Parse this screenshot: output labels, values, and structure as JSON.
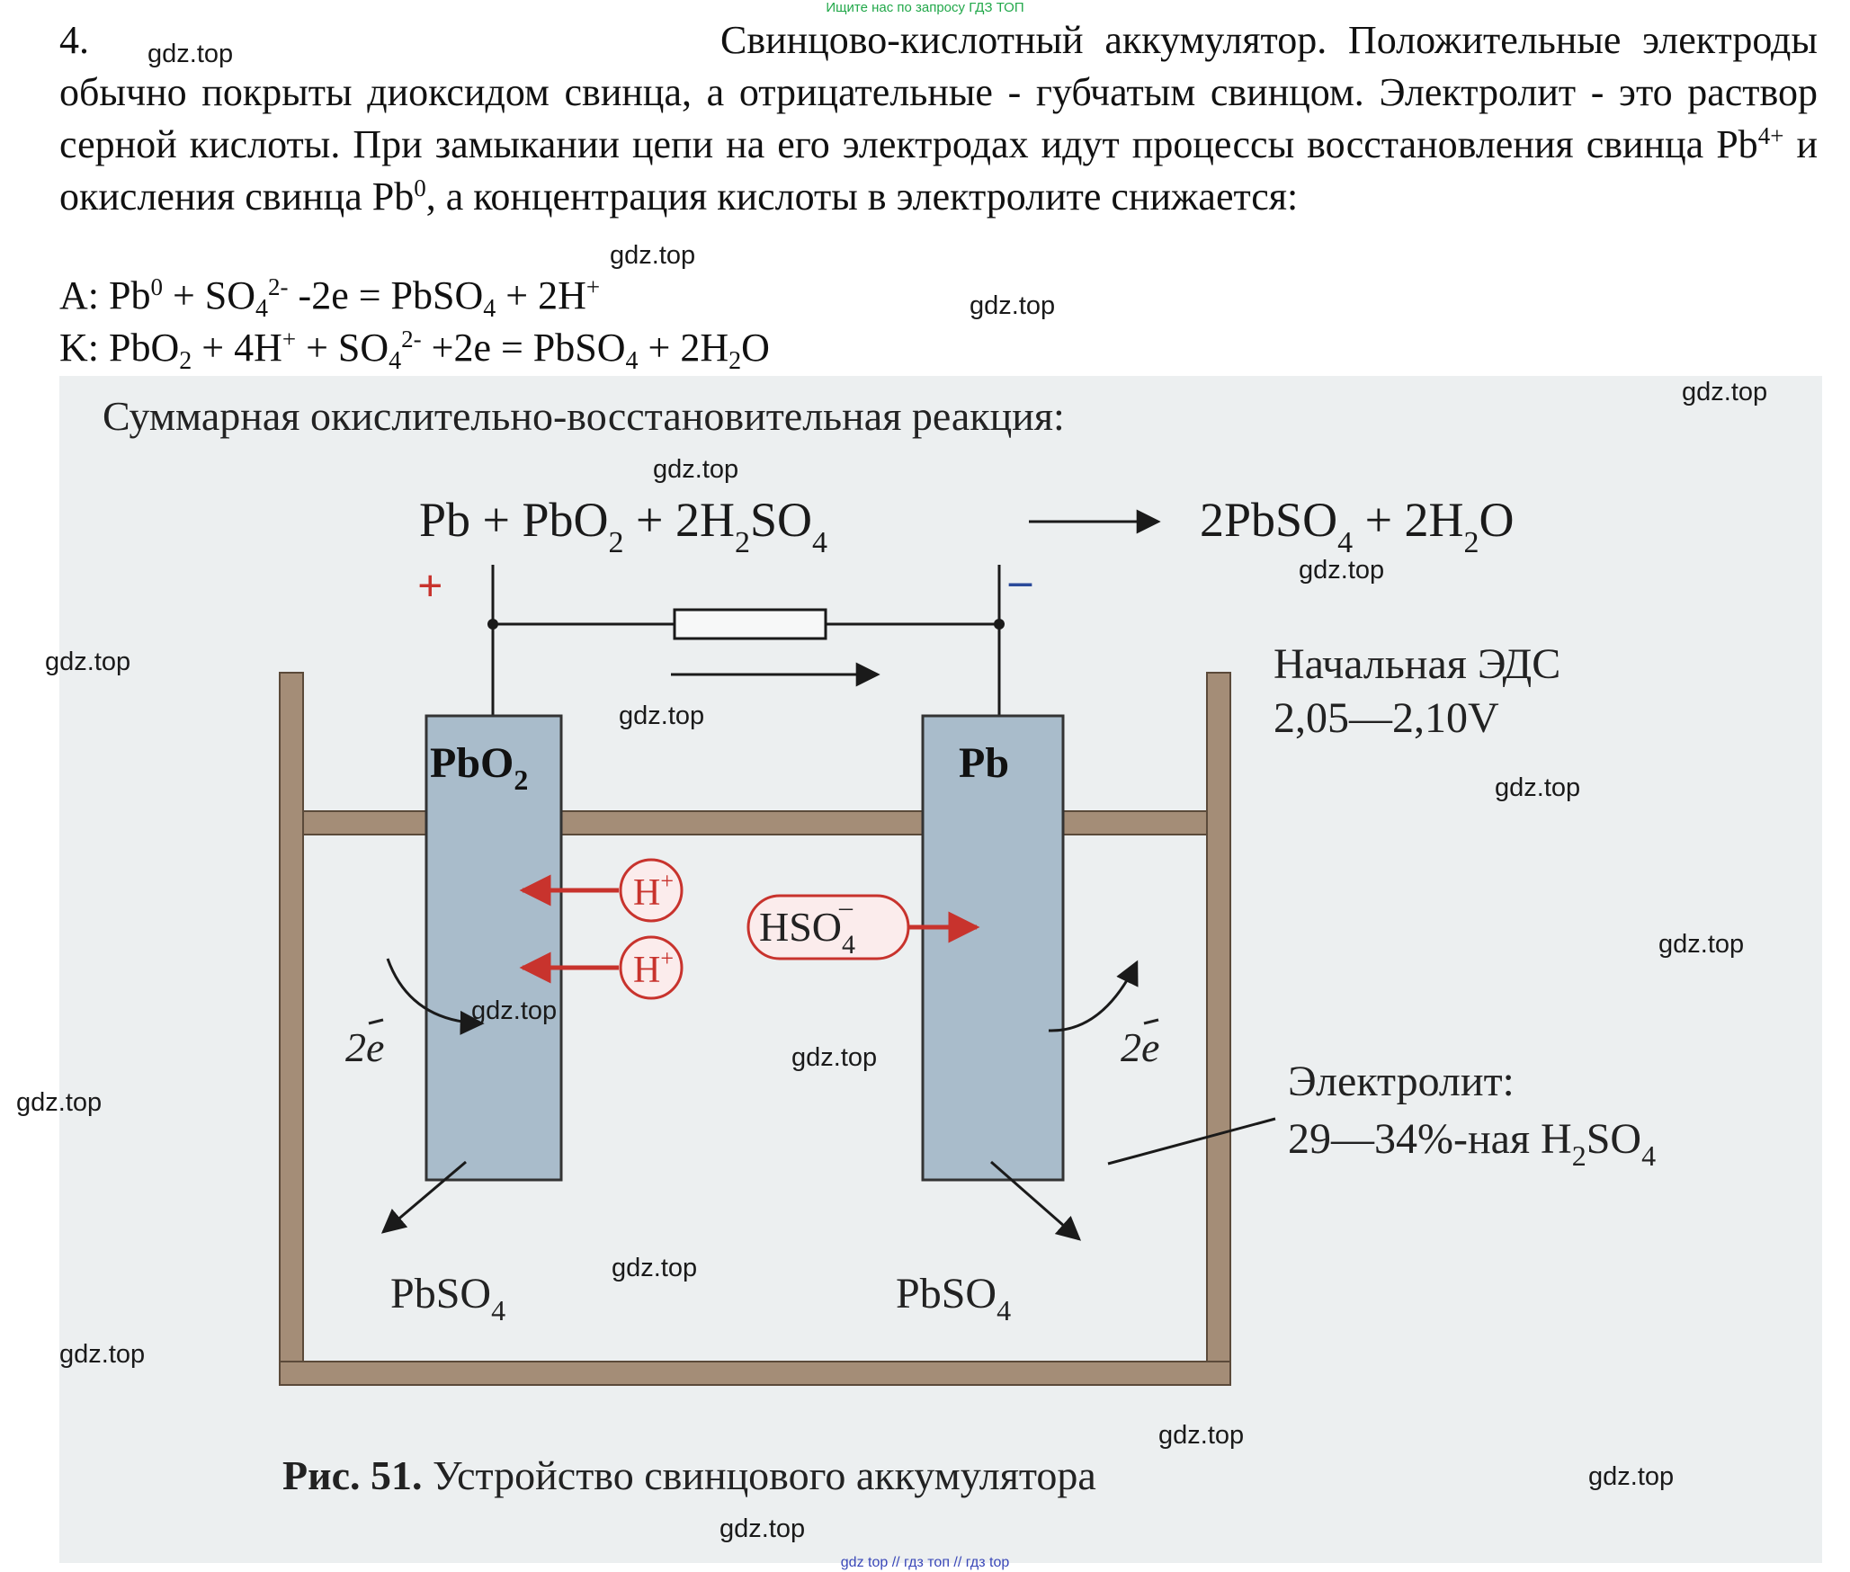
{
  "banners": {
    "top": "Ищите нас по запросу ГДЗ ТОП",
    "bottom": "gdz top  //  гдз топ  //  гдз top"
  },
  "problem": {
    "number": "4.",
    "title": "Свинцово-кислотный аккумулятор.",
    "text_1": " Положительные электроды обычно покрыты диоксидом свинца, а отрицательные - губчатым свинцом. Электролит - это раствор серной кислоты. При замыкании цепи на его электродах идут процессы восстановления свинца Pb",
    "sup_1": "4+",
    "text_2": " и окисления свинца Pb",
    "sup_2": "0",
    "text_3": ",  а концентрация кислоты в электролите снижается:"
  },
  "equations": {
    "anode": {
      "p1": "A: Pb",
      "s1": "0",
      "p2": " + SO",
      "b1": "4",
      "s2": "2-",
      "p3": " -2e = PbSO",
      "b2": "4",
      "p4": " + 2H",
      "s3": "+"
    },
    "cathode": {
      "p1": "K: PbO",
      "b1": "2",
      "p2": " + 4H",
      "s1": "+",
      "p3": " + SO",
      "b2": "4",
      "s2": "2-",
      "p4": " +2e = PbSO",
      "b3": "4",
      "p5": " + 2H",
      "b4": "2",
      "p6": "O"
    }
  },
  "figure": {
    "heading": "Суммарная окислительно-восстановительная реакция:",
    "reaction": {
      "lhs1": "Pb  +  PbO",
      "lhs1_sub": "2",
      "lhs2": "  +  2H",
      "lhs2_sub": "2",
      "lhs3": "SO",
      "lhs3_sub": "4",
      "rhs1": "2PbSO",
      "rhs1_sub": "4",
      "rhs2": "  +  2H",
      "rhs2_sub": "2",
      "rhs3": "O"
    },
    "plus_sign": "+",
    "minus_sign": "–",
    "emf_label": "Начальная ЭДС",
    "emf_value": "2,05—2,10V",
    "electrode_left": "PbO",
    "electrode_left_sub": "2",
    "electrode_right": "Pb",
    "ion_h": "H",
    "ion_h_sup": "+",
    "ion_hso": "HSO",
    "ion_hso_sub": "4",
    "ion_hso_sup": "–",
    "electrons": "2e",
    "electrolite_label": "Электролит:",
    "electrolite_value": "29—34%-ная H",
    "electrolite_sub1": "2",
    "electrolite_value2": "SO",
    "electrolite_sub2": "4",
    "product_left": "PbSO",
    "product_left_sub": "4",
    "product_right": "PbSO",
    "product_right_sub": "4",
    "caption_bold": "Рис. 51.",
    "caption_text": " Устройство свинцового аккумулятора"
  },
  "colors": {
    "electrode": "#a9bccb",
    "case": "#a48d77",
    "ion": "#c8332d",
    "figure_bg": "#eceff0"
  },
  "watermark": "gdz.top"
}
